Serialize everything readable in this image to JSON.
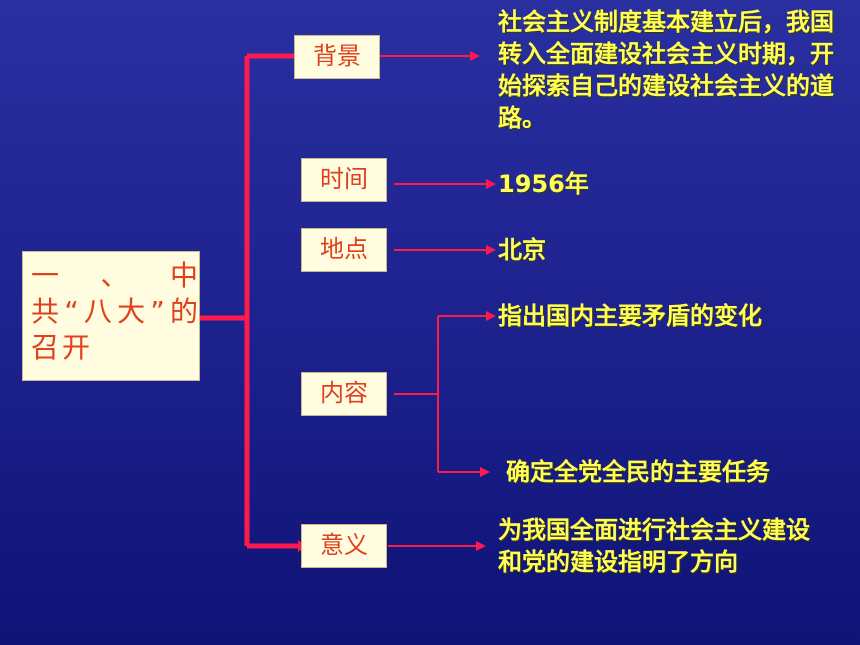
{
  "root": {
    "label": "一、中共“八大”的 召开"
  },
  "branches": [
    {
      "id": "bg",
      "label": "背景",
      "text": "社会主义制度基本建立后，我国转入全面建设社会主义时期，开始探索自己的建设社会主义的道路。"
    },
    {
      "id": "time",
      "label": "时间",
      "text": "1956年"
    },
    {
      "id": "place",
      "label": "地点",
      "text": "北京"
    },
    {
      "id": "content",
      "label": "内容",
      "subitems": [
        "指出国内主要矛盾的变化",
        "确定全党全民的主要任务"
      ]
    },
    {
      "id": "meaning",
      "label": "意义",
      "text": "为我国全面进行社会主义建设和党的建设指明了方向"
    }
  ],
  "colors": {
    "line": "#ff1a4e",
    "box_text": "#e0401e",
    "result_text": "#ffff55"
  }
}
